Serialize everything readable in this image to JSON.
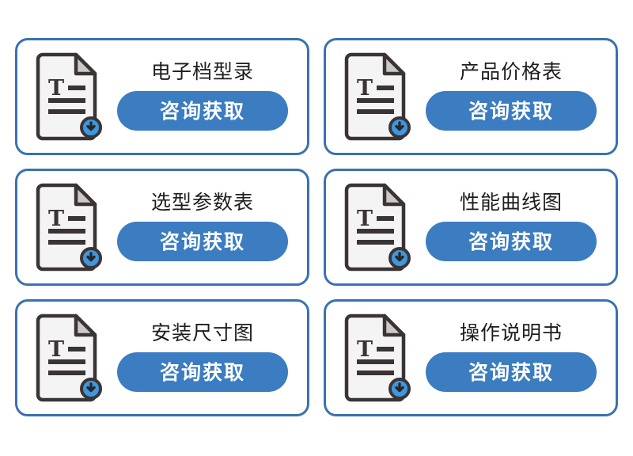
{
  "page": {
    "background_color": "#ffffff",
    "layout": "2-column x 3-row card grid"
  },
  "theme": {
    "card_border_color": "#3a72ae",
    "button_color": "#3c7cc0",
    "button_text_color": "#ffffff",
    "title_color": "#1d1d1d",
    "icon_page_color": "#f4f4f4",
    "icon_outline_color": "#3b3434",
    "icon_fold_color": "#cdc9c9",
    "icon_badge_color": "#3d98e0",
    "icon_line_color": "#3b3434"
  },
  "cards": [
    {
      "id": "electronic-catalog",
      "title": "电子档型录",
      "icon": "document-download-icon",
      "button_label": "咨询获取"
    },
    {
      "id": "product-price-list",
      "title": "产品价格表",
      "icon": "document-download-icon",
      "button_label": "咨询获取"
    },
    {
      "id": "selection-parameter-table",
      "title": "选型参数表",
      "icon": "document-download-icon",
      "button_label": "咨询获取"
    },
    {
      "id": "performance-curve-chart",
      "title": "性能曲线图",
      "icon": "document-download-icon",
      "button_label": "咨询获取"
    },
    {
      "id": "installation-dimension-drawing",
      "title": "安装尺寸图",
      "icon": "document-download-icon",
      "button_label": "咨询获取"
    },
    {
      "id": "operation-manual",
      "title": "操作说明书",
      "icon": "document-download-icon",
      "button_label": "咨询获取"
    }
  ]
}
